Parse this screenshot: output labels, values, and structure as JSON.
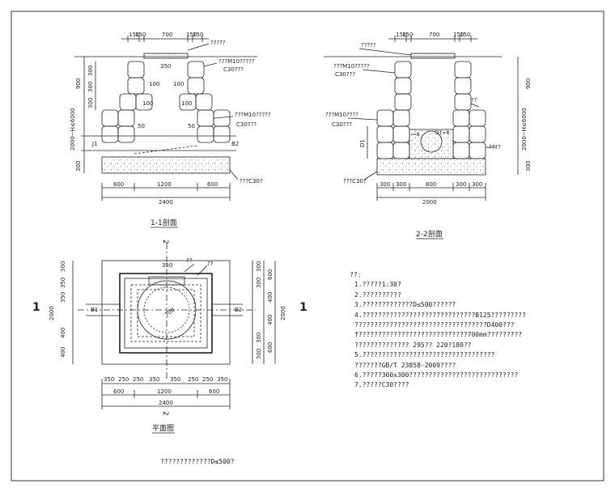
{
  "section_1_1": {
    "title": "1-1剖面",
    "top_dims": [
      "150",
      "150",
      "700",
      "150",
      "150"
    ],
    "cover_label": "?????",
    "mortar_label": "???M10?????",
    "c30_label": "C30???",
    "side_350": "350",
    "left_heights": [
      "300",
      "300",
      "300"
    ],
    "offset_100": [
      "100",
      "100",
      "100",
      "100"
    ],
    "pipe_mortar": "???M10?????",
    "pipe_c30": "C30???",
    "offset_50": [
      "50",
      "50"
    ],
    "pipe_left": "J1",
    "pipe_right": "B2",
    "dim_900": "900",
    "dim_total": "2000~H≤6000",
    "dim_300": "300",
    "base_label": "???C30?",
    "bottom_dims": [
      "600",
      "1200",
      "600"
    ],
    "bottom_total": "2400"
  },
  "section_2_2": {
    "title": "2-2剖面",
    "top_dims": [
      "150",
      "150",
      "700",
      "150",
      "150"
    ],
    "cover_label": "?????",
    "mortar_label": "???M10?????",
    "c30_label": "C30???",
    "step_label": "??",
    "pipe_mortar": "???M10????",
    "pipe_c30": "C30???",
    "slope_left": "i=8",
    "slope_right": "D1=8",
    "d1_label": "D1",
    "side_note": "????",
    "base_label": "???C30?",
    "dim_900": "900",
    "dim_total": "2000~H≤6000",
    "dim_300": "300",
    "bottom_dims": [
      "300",
      "300",
      "800",
      "300",
      "300"
    ],
    "bottom_total": "2000"
  },
  "plan": {
    "title": "平面图",
    "cut_1": "1",
    "cut_2": "2",
    "label_350": "350",
    "label_step": "??",
    "label_step2": "??",
    "pipe_left": "B1",
    "pipe_right": "B2",
    "diameter": "700",
    "left_dims": [
      "300",
      "350",
      "350",
      "400",
      "400"
    ],
    "left_total": "2000",
    "right_dims": [
      "600",
      "400",
      "400",
      "600"
    ],
    "right_extra": [
      "300",
      "300",
      "300",
      "300"
    ],
    "right_total": "2000",
    "bottom_dims": [
      "350",
      "250",
      "250",
      "350",
      "350",
      "250",
      "250",
      "350"
    ],
    "bottom_dims2": [
      "600",
      "1200",
      "600"
    ],
    "bottom_total": "2400"
  },
  "notes": {
    "heading": "??:",
    "items": [
      "1.?????1:30?",
      "2.??????????",
      "3.?????????????D≤500??????",
      "4.?????????????????????????????B125?????????",
      "  ??????????????????????????????????D400???",
      "  f????????????????????????????700mm?????????",
      "  ??????????????  295?? 220?180??",
      "5.??????????????????????????????????",
      "  ???????GB/T 23858-2009????",
      "6.?????300x300????????????????????????????",
      "7.?????C30????"
    ]
  },
  "caption": "?????????????D≤500?"
}
